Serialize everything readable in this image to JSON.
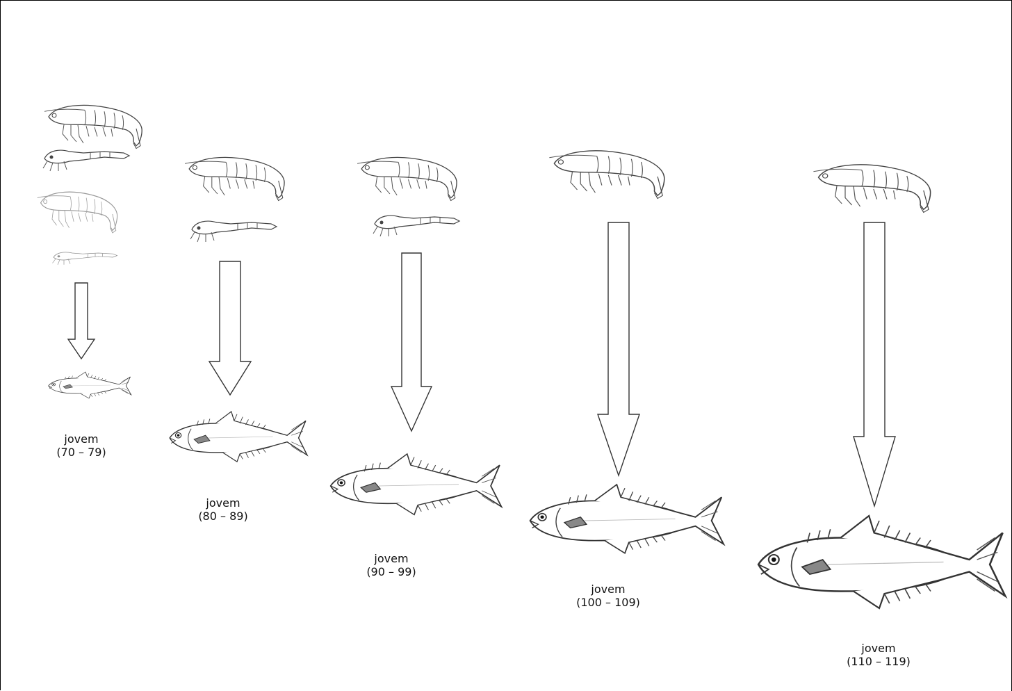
{
  "stages": [
    {
      "id": "s1",
      "stage": "jovem",
      "range": "(70 – 79)",
      "prey_count": 4
    },
    {
      "id": "s2",
      "stage": "jovem",
      "range": "(80 – 89)",
      "prey_count": 2
    },
    {
      "id": "s3",
      "stage": "jovem",
      "range": "(90 – 99)",
      "prey_count": 2
    },
    {
      "id": "s4",
      "stage": "jovem",
      "range": "(100 – 109)",
      "prey_count": 1
    },
    {
      "id": "s5",
      "stage": "jovem",
      "range": "(110 – 119)",
      "prey_count": 1
    }
  ]
}
